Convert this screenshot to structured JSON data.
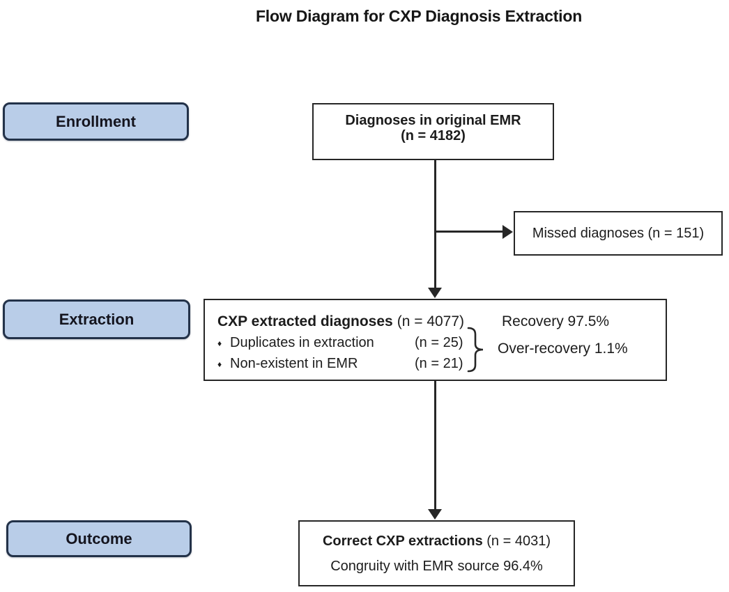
{
  "title": "Flow Diagram for CXP Diagnosis Extraction",
  "colors": {
    "stage_fill": "#b9cde8",
    "stage_border": "#233249",
    "line": "#262626",
    "text": "#1c1c1c"
  },
  "stages": [
    {
      "label": "Enrollment"
    },
    {
      "label": "Extraction"
    },
    {
      "label": "Outcome"
    }
  ],
  "boxes": {
    "emr": {
      "line1": "Diagnoses in original EMR",
      "line2": "(n = 4182)"
    },
    "missed": {
      "text": "Missed diagnoses (n = 151)"
    },
    "extraction": {
      "title_bold": "CXP extracted diagnoses",
      "title_n": "(n = 4077)",
      "recovery": "Recovery 97.5%",
      "bullets": [
        {
          "marker": "♦",
          "label": "Duplicates in extraction",
          "n": "(n = 25)"
        },
        {
          "marker": "♦",
          "label": "Non-existent in EMR",
          "n": "(n = 21)"
        }
      ],
      "over_recovery": "Over-recovery 1.1%"
    },
    "outcome": {
      "title_bold": "Correct CXP extractions",
      "title_n": "(n = 4031)",
      "line2": "Congruity with EMR source 96.4%"
    }
  }
}
